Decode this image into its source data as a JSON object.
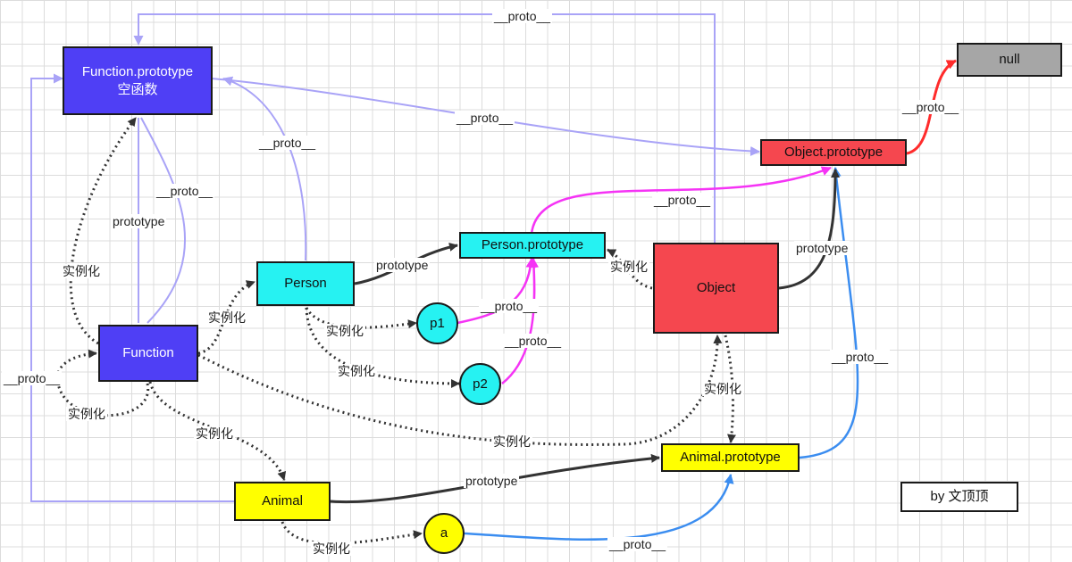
{
  "nodes": {
    "function_prototype": {
      "line1": "Function.prototype",
      "line2": "空函数"
    },
    "null": "null",
    "object_prototype": "Object.prototype",
    "person_prototype": "Person.prototype",
    "person": "Person",
    "object": "Object",
    "p1": "p1",
    "p2": "p2",
    "function": "Function",
    "animal_prototype": "Animal.prototype",
    "animal": "Animal",
    "a": "a"
  },
  "credit": "by 文顶顶",
  "labels": {
    "proto": "__proto__",
    "prototype": "prototype",
    "instantiate": "实例化"
  },
  "colors": {
    "proto_lavender": "#a9a3f7",
    "proto_magenta": "#f533f5",
    "proto_blue": "#3b8df0",
    "proto_red": "#ff2b2b",
    "dark_edge": "#333333"
  }
}
